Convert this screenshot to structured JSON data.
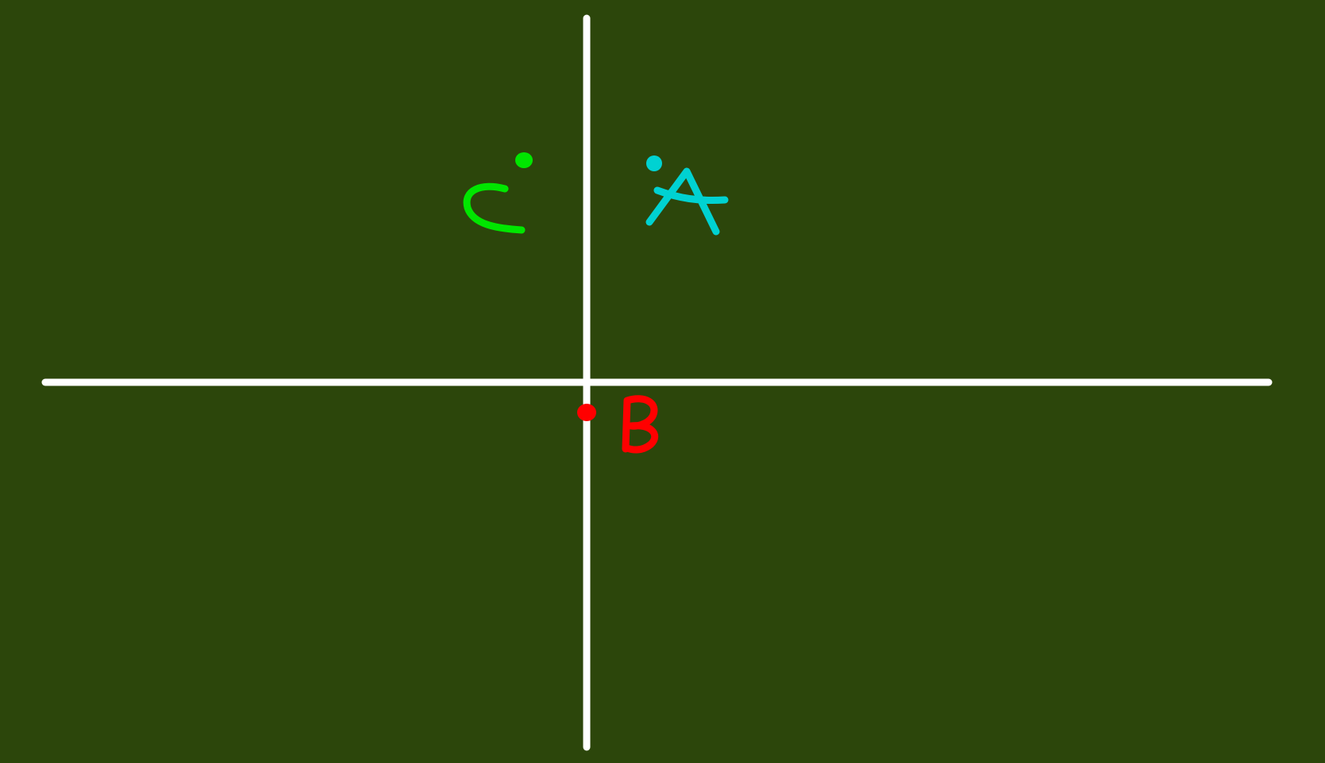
{
  "background_color": "#2c460b",
  "axes_color": "#ffffff",
  "points": [
    {
      "id": "point-a",
      "label": "A",
      "color": "#00d2d2",
      "quadrant": "upper-right"
    },
    {
      "id": "point-b",
      "label": "B",
      "color": "#ff0000",
      "quadrant": "on-axis-below-origin"
    },
    {
      "id": "point-c",
      "label": "C",
      "color": "#00e600",
      "quadrant": "upper-left"
    }
  ]
}
